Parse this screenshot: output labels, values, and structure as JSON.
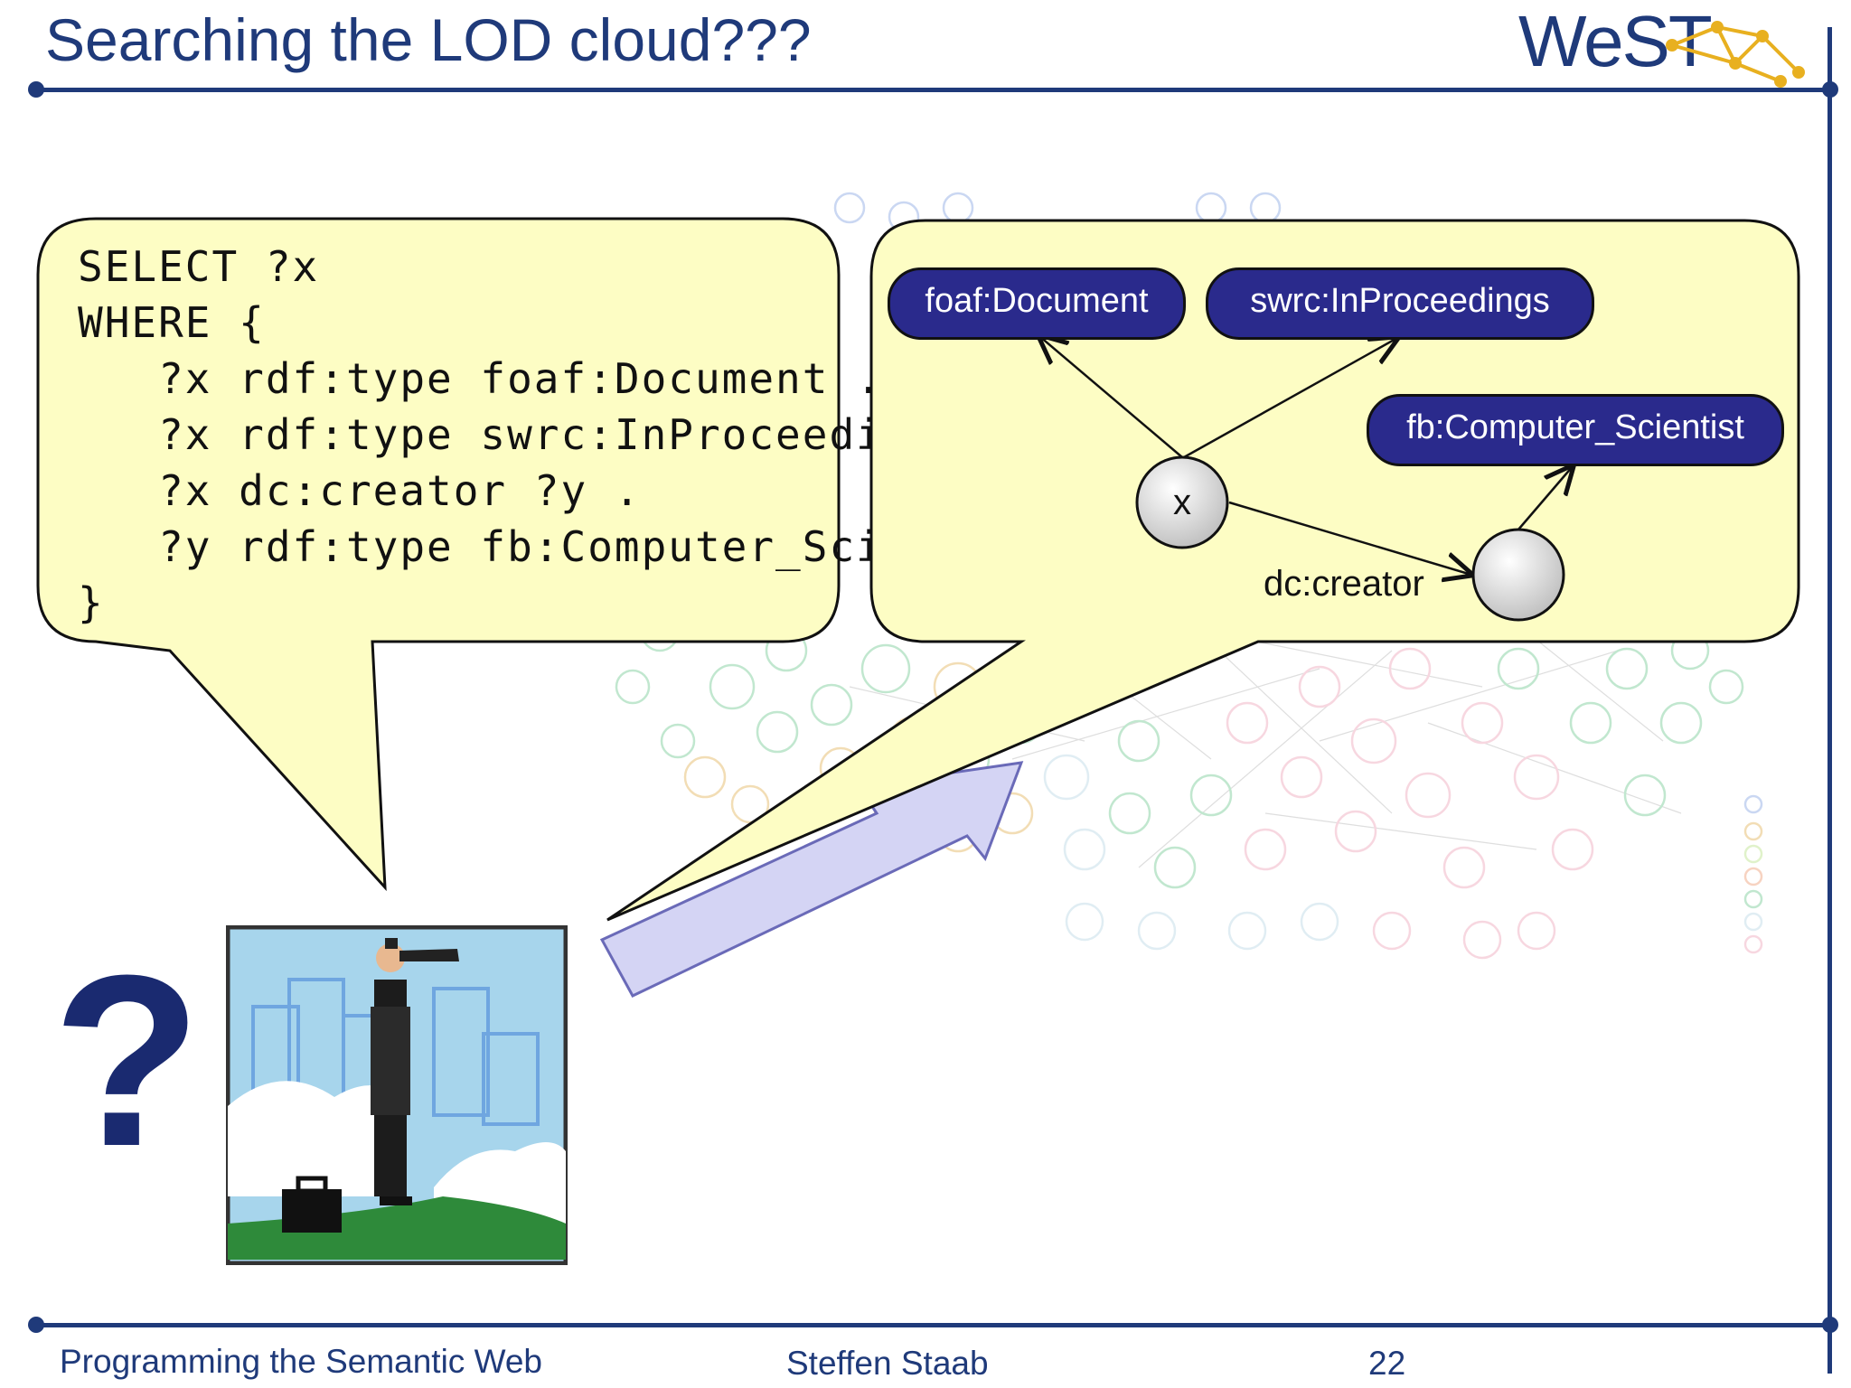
{
  "slide": {
    "title": "Searching the LOD cloud???",
    "logo": "WeST"
  },
  "query": {
    "lines": [
      "SELECT ?x",
      "WHERE {",
      "   ?x rdf:type foaf:Document .",
      "   ?x rdf:type swrc:InProceedings .",
      "   ?x dc:creator ?y .",
      "   ?y rdf:type fb:Computer_Scientist",
      "}"
    ]
  },
  "graph": {
    "class_nodes": [
      "foaf:Document",
      "swrc:InProceedings",
      "fb:Computer_Scientist"
    ],
    "variable_node": "x",
    "edge_label": "dc:creator"
  },
  "icons": {
    "question": "?",
    "searcher": "man-with-telescope-icon",
    "arrow": "arrow-icon",
    "background": "lod-cloud-diagram"
  },
  "colors": {
    "title_blue": "#1f3a7a",
    "callout_fill": "#fdfdc4",
    "node_fill": "#2a2a8c",
    "arrow_fill": "#d4d4f4"
  },
  "footer": {
    "course": "Programming the Semantic Web",
    "author": "Steffen Staab",
    "page": "22"
  }
}
